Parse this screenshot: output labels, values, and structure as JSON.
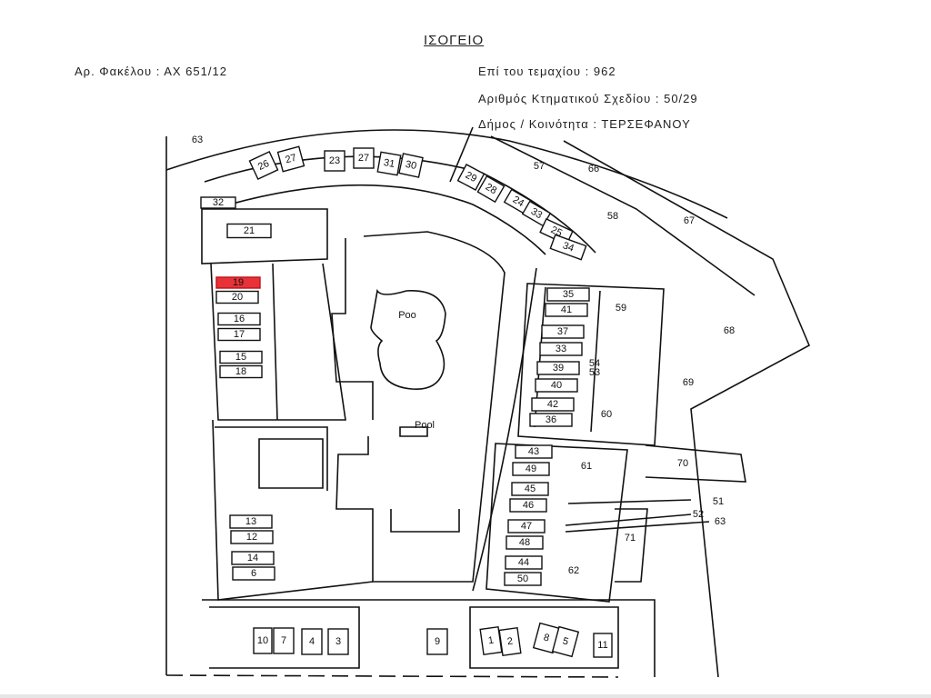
{
  "header": {
    "title": "ΙΣΟΓΕΙΟ",
    "file_no": "Αρ. Φακέλου  :  ΑΧ 651/12",
    "plot_no": "Επί του τεμαχίου  :  962",
    "plan_no": "Αριθμός Κτηματικού Σχεδίου  :  50/29",
    "municipality": "Δήμος / Κοινότητα  :  ΤΕΡΣΕΦΑΝΟΥ"
  },
  "highlight_color": "#e8323a",
  "highlighted_unit": "19",
  "units": [
    "19",
    "20",
    "16",
    "17",
    "15",
    "18",
    "21",
    "32",
    "26",
    "27",
    "23",
    "27",
    "31",
    "30",
    "29",
    "28",
    "24",
    "33",
    "25",
    "34",
    "35",
    "41",
    "37",
    "33",
    "39",
    "40",
    "42",
    "36",
    "43",
    "49",
    "45",
    "46",
    "47",
    "48",
    "44",
    "50",
    "13",
    "12",
    "14",
    "6",
    "10",
    "7",
    "4",
    "3",
    "9",
    "1",
    "2",
    "8",
    "5",
    "11"
  ],
  "zones": [
    "63",
    "57",
    "66",
    "58",
    "67",
    "59",
    "68",
    "69",
    "60",
    "61",
    "70",
    "71",
    "62",
    "51",
    "52",
    "63",
    "54",
    "53"
  ],
  "pool_labels": [
    "Poo",
    "Pool"
  ]
}
